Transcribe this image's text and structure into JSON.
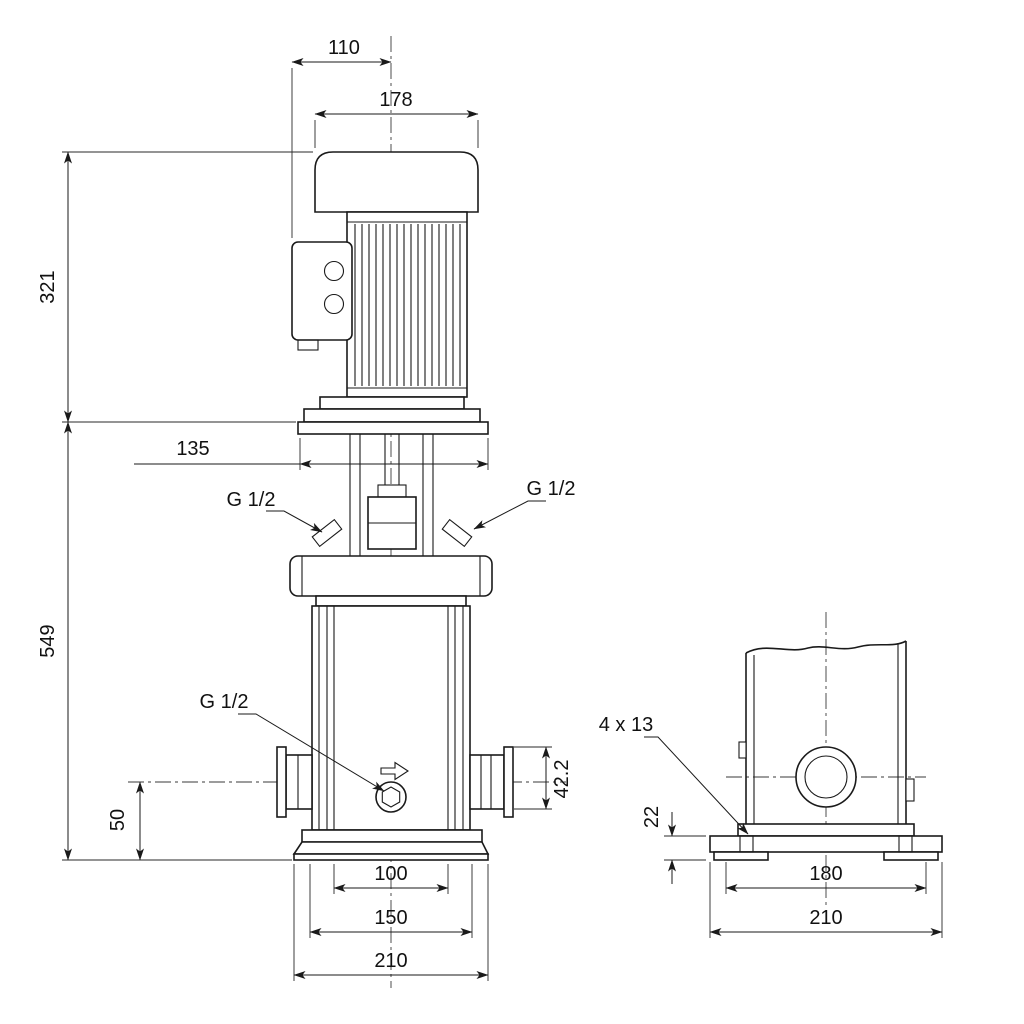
{
  "drawing": {
    "type": "pump-dimensional-drawing",
    "colors": {
      "line": "#1a1a1a",
      "background": "#ffffff"
    },
    "views": {
      "front": {
        "dims": {
          "motor_cap_width": "110",
          "motor_width": "178",
          "motor_height": "321",
          "pump_height": "549",
          "head_width": "135",
          "inlet_height": "50",
          "port_offset": "42.2",
          "base_inner_width": "100",
          "base_bolt_width": "150",
          "base_width": "210"
        },
        "ports": {
          "left": "G 1/2",
          "right": "G 1/2",
          "drain": "G 1/2"
        }
      },
      "side": {
        "dims": {
          "bolt_holes": "4 x 13",
          "base_height": "22",
          "bolt_spacing": "180",
          "base_width": "210"
        }
      }
    }
  }
}
